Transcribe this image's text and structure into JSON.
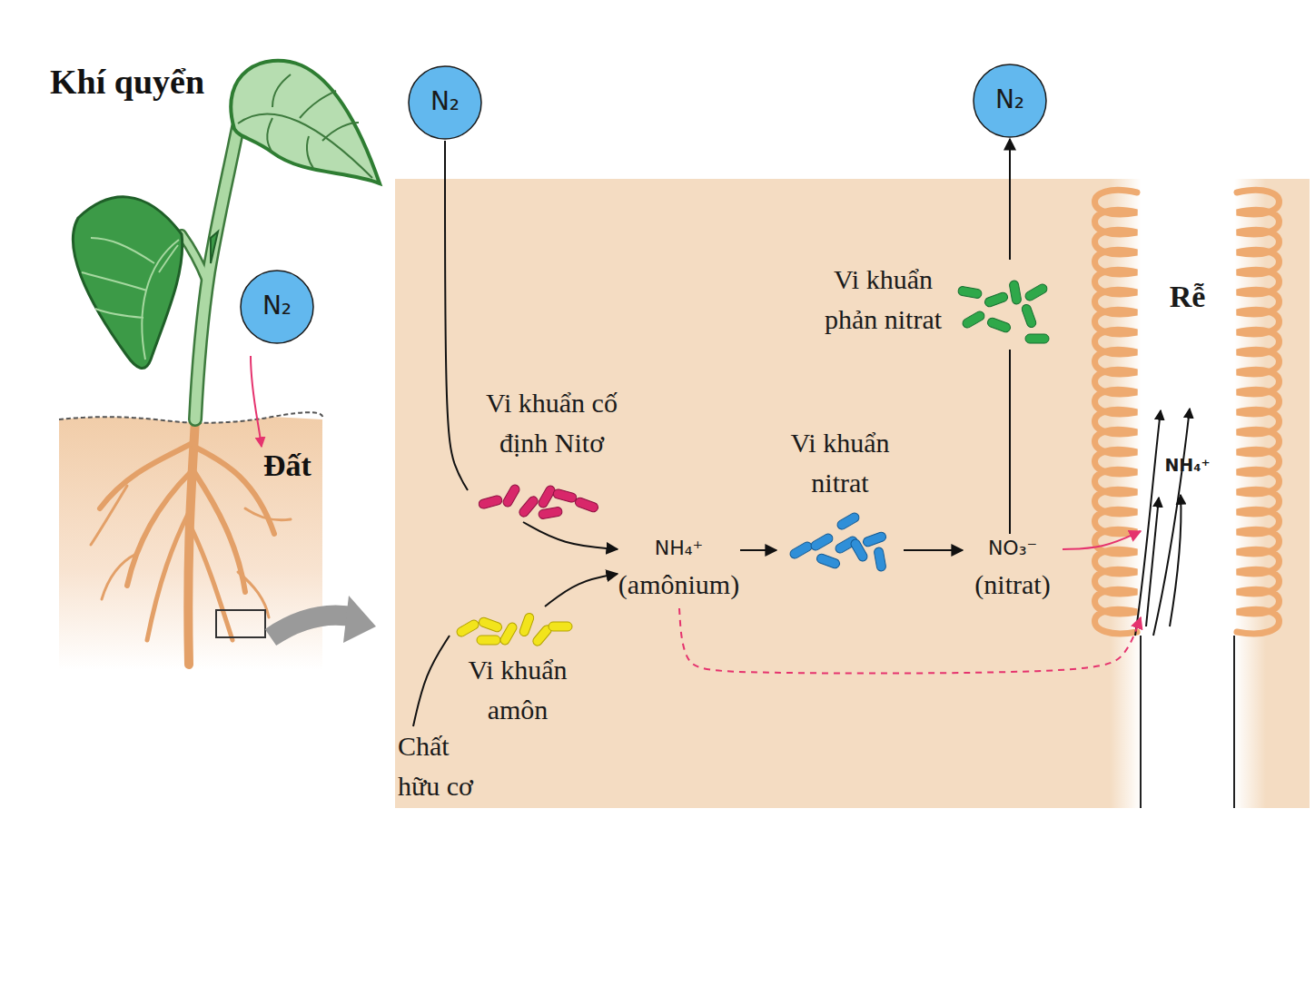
{
  "diagram": {
    "nodes": [
      {
        "text": [
          "N₂"
        ]
      },
      {
        "text": [
          "N₂"
        ]
      },
      {
        "text": [
          "N₂"
        ]
      },
      {
        "text": [
          "Vi khuẩn phản nitrat"
        ]
      },
      {
        "text": [
          "Rễ",
          "NH₄⁺"
        ]
      },
      {
        "text": [
          "Vi khuẩn cố định Nitơ"
        ]
      },
      {
        "text": [
          "Vi khuẩn nitrat"
        ]
      },
      {
        "text": [
          "NH₄⁺",
          "(amônium)"
        ]
      },
      {
        "text": [
          "NO₃⁻",
          "(nitrat)"
        ]
      },
      {
        "text": [
          "Vi khuẩn amôn"
        ]
      },
      {
        "text": [
          "Chất hữu cơ"
        ]
      }
    ],
    "edges": [
      {
        "from": 1,
        "to": 5,
        "arrow": "none"
      },
      {
        "from": 5,
        "to": 7,
        "arrow": "to"
      },
      {
        "from": 10,
        "to": 9,
        "arrow": "none"
      },
      {
        "from": 9,
        "to": 7,
        "arrow": "to"
      },
      {
        "from": 7,
        "to": 6,
        "arrow": "to"
      },
      {
        "from": 6,
        "to": 8,
        "arrow": "to"
      },
      {
        "from": 8,
        "to": 3,
        "arrow": "none"
      },
      {
        "from": 3,
        "to": 2,
        "arrow": "to"
      },
      {
        "from": 8,
        "to": 4,
        "arrow": "to"
      },
      {
        "from": 7,
        "to": 4,
        "arrow": "to"
      }
    ],
    "labels": [
      "Khí quyển",
      "Đất"
    ]
  }
}
